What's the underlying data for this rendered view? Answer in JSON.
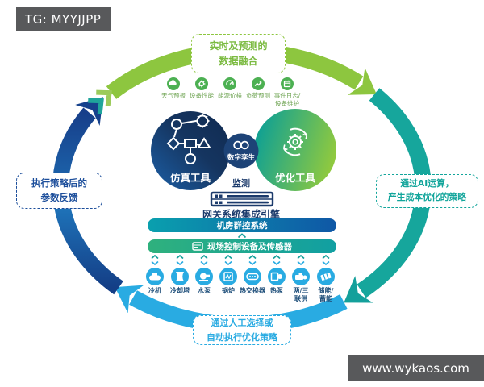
{
  "watermarks": {
    "top_left": "TG: MYYJJPP",
    "bottom_right": "www.wykaos.com"
  },
  "cycle_badges": {
    "top": "实时及预测的\n数据融合",
    "right": "通过AI运算，\n产生成本优化的策略",
    "bottom": "通过人工选择或\n自动执行优化策略",
    "left": "执行策略后的\n参数反馈"
  },
  "data_inputs": {
    "items": [
      {
        "icon": "weather-forecast-icon",
        "label": "天气预报"
      },
      {
        "icon": "equipment-performance-icon",
        "label": "设备性能"
      },
      {
        "icon": "energy-price-icon",
        "label": "能源价格"
      },
      {
        "icon": "load-forecast-icon",
        "label": "负荷预测"
      },
      {
        "icon": "event-log-maintenance-icon",
        "label": "事件日志/\n设备维护"
      }
    ]
  },
  "core": {
    "simulation_tool": "仿真工具",
    "digital_twin": "数字孪生",
    "optimization_tool": "优化工具",
    "monitoring": "监测",
    "gateway_engine": "网关系统集成引擎"
  },
  "control_layers": {
    "group_control": "机房群控系统",
    "field_devices": "现场控制设备及传感器"
  },
  "equipment": {
    "items": [
      {
        "icon": "chiller-icon",
        "label": "冷机"
      },
      {
        "icon": "cooling-tower-icon",
        "label": "冷却塔"
      },
      {
        "icon": "water-pump-icon",
        "label": "水泵"
      },
      {
        "icon": "boiler-icon",
        "label": "锅炉"
      },
      {
        "icon": "heat-exchanger-icon",
        "label": "热交换器"
      },
      {
        "icon": "heat-pump-icon",
        "label": "热泵"
      },
      {
        "icon": "cchp-icon",
        "label": "两/三\n联供"
      },
      {
        "icon": "energy-storage-icon",
        "label": "储能/\n蓄能"
      }
    ]
  },
  "colors": {
    "green": "#8DC63F",
    "teal": "#12A59B",
    "light_blue": "#29ABE2",
    "dark_blue": "#1C4E9B",
    "navy_text": "#1B3A6B",
    "banner_gray": "#58595B"
  }
}
